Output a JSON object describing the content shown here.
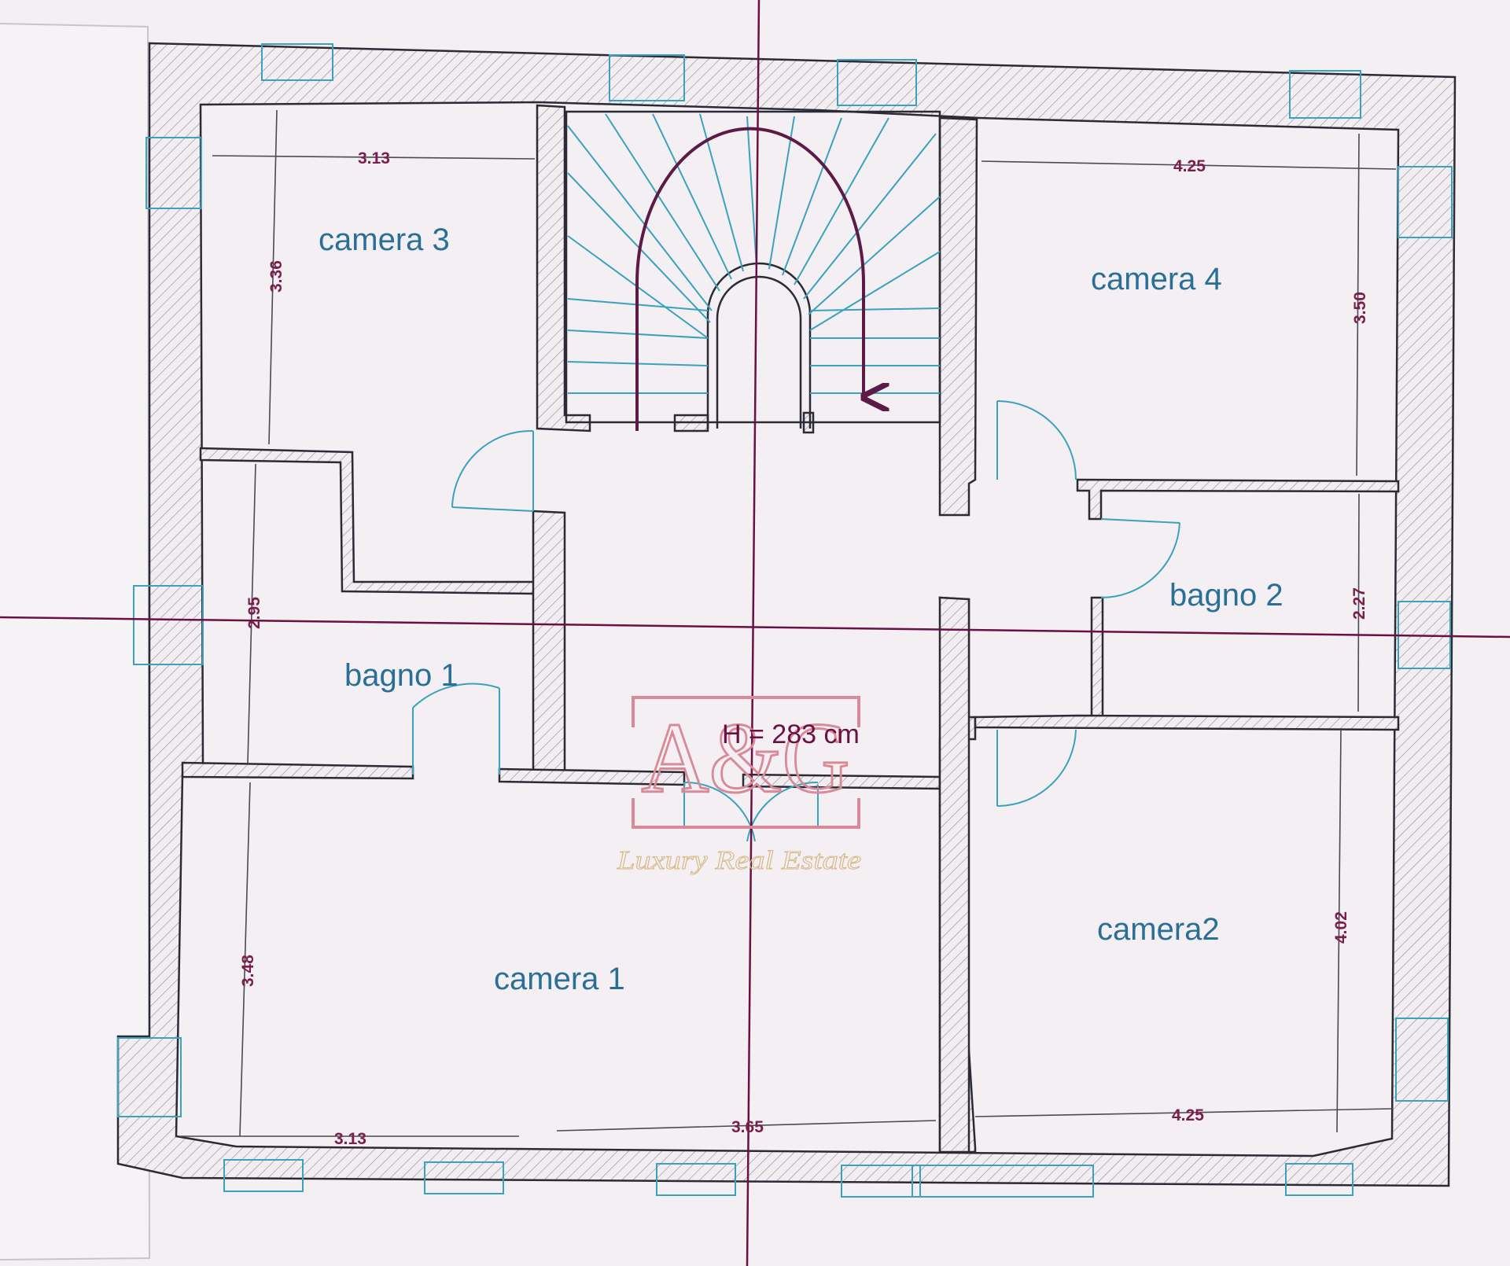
{
  "rooms": {
    "camera3": "camera 3",
    "camera4": "camera 4",
    "bagno1": "bagno 1",
    "bagno2": "bagno 2",
    "camera1": "camera 1",
    "camera2": "camera2"
  },
  "ceiling_height": "H = 283 cm",
  "dimensions": {
    "camera3_width": "3.13",
    "camera3_depth": "3.36",
    "camera4_width": "4.25",
    "camera4_depth": "3.50",
    "bagno1_depth": "2.95",
    "bagno2_depth": "2.27",
    "camera1_depth": "3.48",
    "camera1_width_left": "3.13",
    "camera1_width_right": "3.65",
    "camera2_width": "4.25",
    "camera2_depth": "4.02"
  },
  "watermark": {
    "logo": "A&G",
    "tagline": "Luxury Real Estate"
  },
  "colors": {
    "paper": "#f3eff3",
    "wall_outline": "#2b2b36",
    "cyan_lines": "#3aa2bd",
    "room_text": "#2a6f95",
    "axis_lines": "#6a1042",
    "watermark": "#d98a99"
  }
}
